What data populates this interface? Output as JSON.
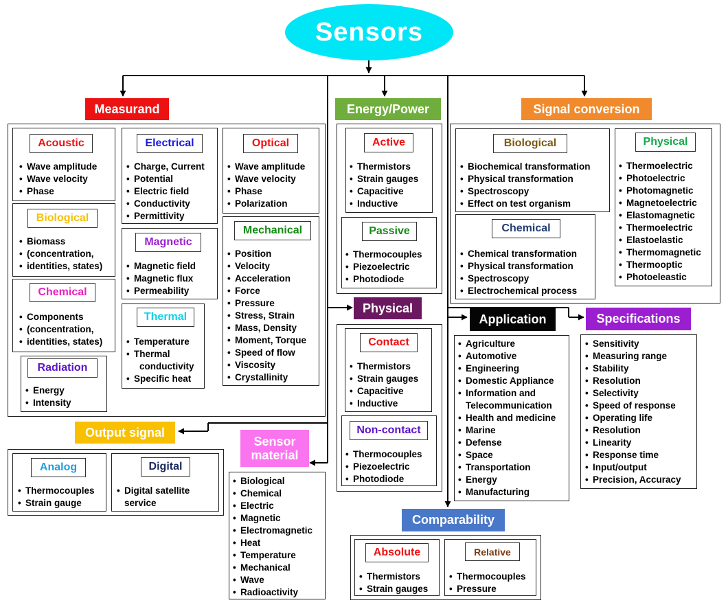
{
  "title": "Sensors",
  "colors": {
    "title_bg": "#00e6f6",
    "measurand": "#ee1111",
    "energy_power": "#6fae3c",
    "signal_conversion": "#f08a2c",
    "physical": "#6a1860",
    "application": "#050505",
    "specifications": "#9b1fd1",
    "output_signal": "#f8c000",
    "sensor_material": "#fb74ef",
    "comparability": "#4a78c8"
  },
  "measurand": {
    "title": "Measurand",
    "acoustic": {
      "title": "Acoustic",
      "items": [
        "Wave amplitude",
        "Wave velocity",
        "Phase"
      ]
    },
    "electrical": {
      "title": "Electrical",
      "items": [
        "Charge, Current",
        "Potential",
        "Electric field",
        "Conductivity",
        "Permittivity"
      ]
    },
    "optical": {
      "title": "Optical",
      "items": [
        "Wave amplitude",
        "Wave velocity",
        "Phase",
        "Polarization"
      ]
    },
    "biological": {
      "title": "Biological",
      "items": [
        "Biomass",
        "(concentration,",
        "identities, states)"
      ]
    },
    "magnetic": {
      "title": "Magnetic",
      "items": [
        "Magnetic field",
        "Magnetic flux",
        "Permeability"
      ]
    },
    "mechanical": {
      "title": "Mechanical",
      "items": [
        "Position",
        "Velocity",
        "Acceleration",
        "Force",
        "Pressure",
        "Stress, Strain",
        "Mass, Density",
        "Moment, Torque",
        "Speed of flow",
        "Viscosity",
        "Crystallinity"
      ]
    },
    "chemical": {
      "title": "Chemical",
      "items": [
        "Components",
        "(concentration,",
        "identities, states)"
      ]
    },
    "thermal": {
      "title": "Thermal",
      "items": [
        "Temperature",
        "Thermal",
        "conductivity",
        "Specific heat"
      ]
    },
    "radiation": {
      "title": "Radiation",
      "items": [
        "Energy",
        "Intensity"
      ]
    }
  },
  "energy_power": {
    "title": "Energy/Power",
    "active": {
      "title": "Active",
      "items": [
        "Thermistors",
        "Strain gauges",
        "Capacitive",
        "Inductive"
      ]
    },
    "passive": {
      "title": "Passive",
      "items": [
        "Thermocouples",
        "Piezoelectric",
        "Photodiode"
      ]
    }
  },
  "signal_conversion": {
    "title": "Signal conversion",
    "biological": {
      "title": "Biological",
      "items": [
        "Biochemical transformation",
        "Physical transformation",
        "Spectroscopy",
        "Effect on test organism"
      ]
    },
    "chemical": {
      "title": "Chemical",
      "items": [
        "Chemical transformation",
        "Physical transformation",
        "Spectroscopy",
        "Electrochemical process"
      ]
    },
    "physical": {
      "title": "Physical",
      "items": [
        "Thermoelectric",
        "Photoelectric",
        "Photomagnetic",
        "Magnetoelectric",
        "Elastomagnetic",
        "Thermoelectric",
        "Elastoelastic",
        "Thermomagnetic",
        "Thermooptic",
        "Photoeleastic"
      ]
    }
  },
  "physical": {
    "title": "Physical",
    "contact": {
      "title": "Contact",
      "items": [
        "Thermistors",
        "Strain gauges",
        "Capacitive",
        "Inductive"
      ]
    },
    "noncontact": {
      "title": "Non-contact",
      "items": [
        "Thermocouples",
        "Piezoelectric",
        "Photodiode"
      ]
    }
  },
  "application": {
    "title": "Application",
    "items": [
      "Agriculture",
      "Automotive",
      "Engineering",
      "Domestic Appliance",
      "Information and",
      "Telecommunication",
      "Health and medicine",
      "Marine",
      "Defense",
      "Space",
      "Transportation",
      "Energy",
      "Manufacturing"
    ]
  },
  "specifications": {
    "title": "Specifications",
    "items": [
      "Sensitivity",
      "Measuring range",
      "Stability",
      "Resolution",
      "Selectivity",
      "Speed of response",
      "Operating life",
      "Resolution",
      "Linearity",
      "Response time",
      "Input/output",
      "Precision, Accuracy"
    ]
  },
  "output_signal": {
    "title": "Output signal",
    "analog": {
      "title": "Analog",
      "items": [
        "Thermocouples",
        "Strain gauge"
      ]
    },
    "digital": {
      "title": "Digital",
      "items": [
        "Digital satellite",
        "service"
      ]
    }
  },
  "sensor_material": {
    "title_line1": "Sensor",
    "title_line2": "material",
    "items": [
      "Biological",
      "Chemical",
      "Electric",
      "Magnetic",
      "Electromagnetic",
      "Heat",
      "Temperature",
      "Mechanical",
      "Wave",
      "Radioactivity"
    ]
  },
  "comparability": {
    "title": "Comparability",
    "absolute": {
      "title": "Absolute",
      "items": [
        "Thermistors",
        "Strain gauges"
      ]
    },
    "relative": {
      "title": "Relative",
      "items": [
        "Thermocouples",
        "Pressure"
      ]
    }
  }
}
